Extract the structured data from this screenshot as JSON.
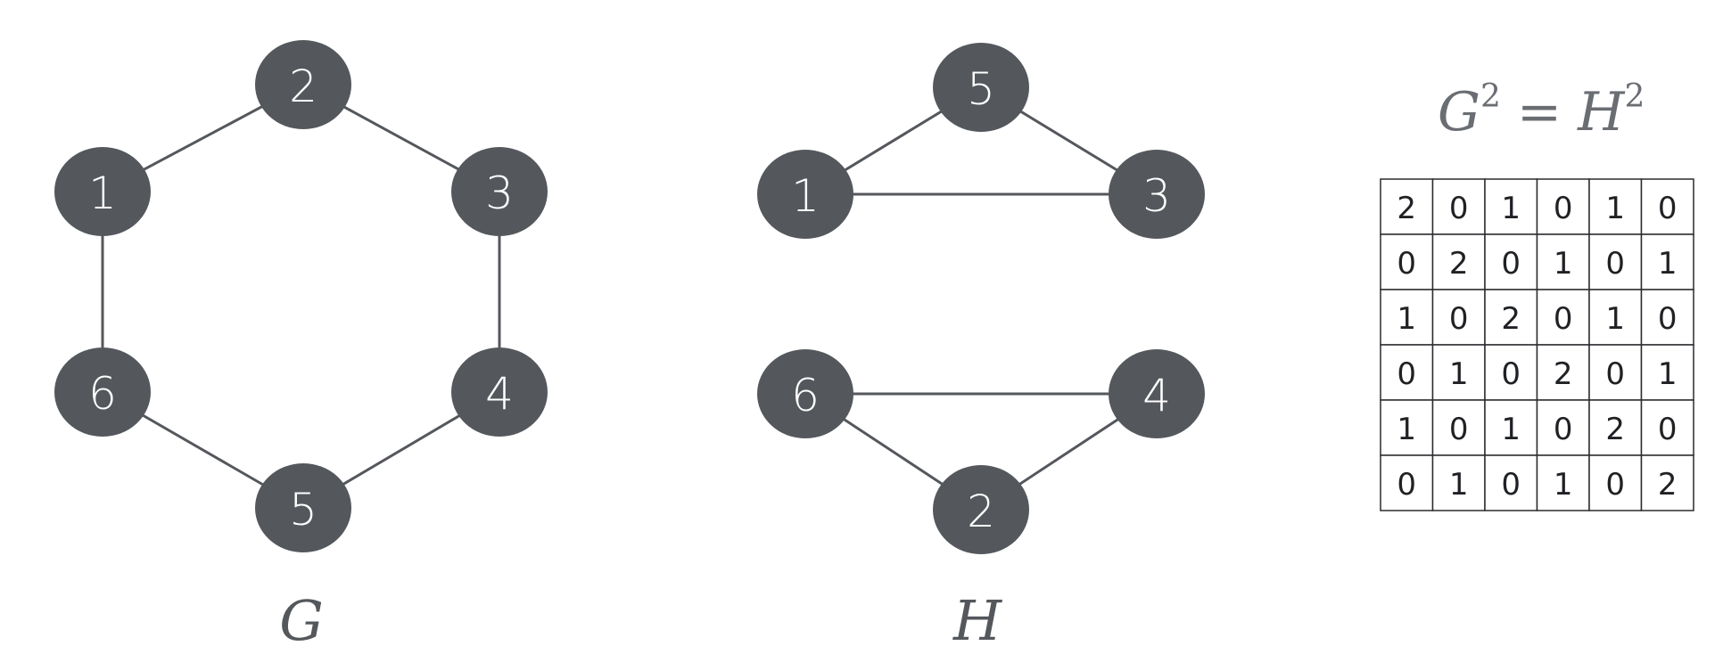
{
  "graphs": [
    {
      "id": "G",
      "name": "G",
      "nodes": [
        "2",
        "1",
        "3",
        "6",
        "4",
        "5"
      ],
      "edges": [
        [
          "1",
          "2"
        ],
        [
          "2",
          "3"
        ],
        [
          "3",
          "4"
        ],
        [
          "4",
          "5"
        ],
        [
          "5",
          "6"
        ],
        [
          "6",
          "1"
        ]
      ]
    },
    {
      "id": "H",
      "name": "H",
      "nodes": [
        "5",
        "1",
        "3",
        "6",
        "4",
        "2"
      ],
      "edges": [
        [
          "1",
          "5"
        ],
        [
          "5",
          "3"
        ],
        [
          "1",
          "3"
        ],
        [
          "6",
          "4"
        ],
        [
          "6",
          "2"
        ],
        [
          "2",
          "4"
        ]
      ]
    }
  ],
  "equation": {
    "left_base": "G",
    "left_exp": "2",
    "operator": "=",
    "right_base": "H",
    "right_exp": "2"
  },
  "matrix": [
    [
      "2",
      "0",
      "1",
      "0",
      "1",
      "0"
    ],
    [
      "0",
      "2",
      "0",
      "1",
      "0",
      "1"
    ],
    [
      "1",
      "0",
      "2",
      "0",
      "1",
      "0"
    ],
    [
      "0",
      "1",
      "0",
      "2",
      "0",
      "1"
    ],
    [
      "1",
      "0",
      "1",
      "0",
      "2",
      "0"
    ],
    [
      "0",
      "1",
      "0",
      "1",
      "0",
      "2"
    ]
  ],
  "colors": {
    "node_fill": "#54575c",
    "node_text": "#ffffff",
    "edge": "#54575c"
  }
}
